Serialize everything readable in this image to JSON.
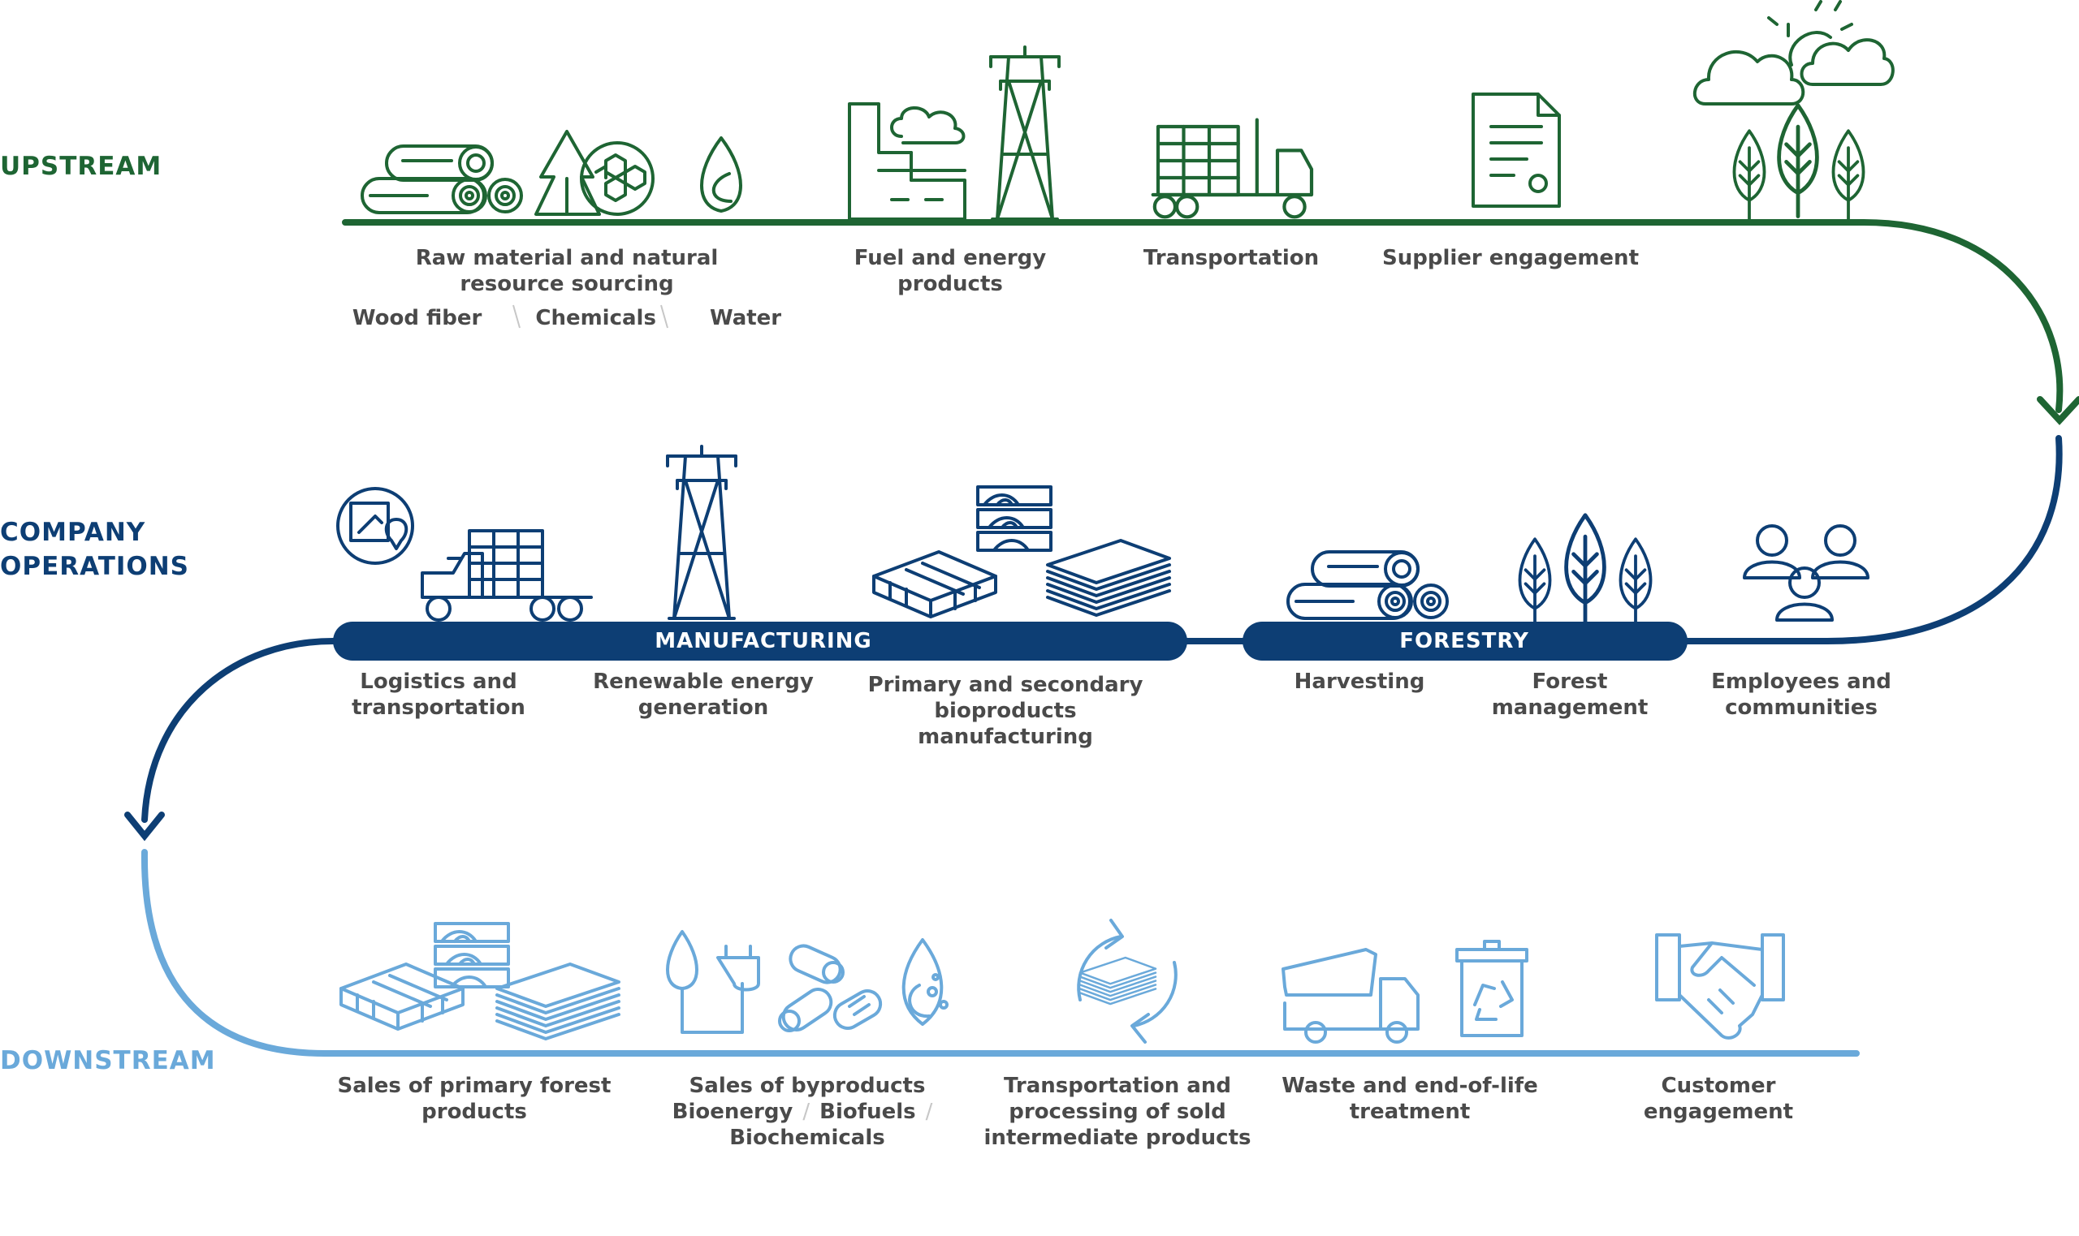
{
  "colors": {
    "upstream": "#1e6533",
    "operations": "#0d3e74",
    "downstream": "#6aa9da",
    "label": "#4a4a4a"
  },
  "sections": {
    "upstream": {
      "label": "UPSTREAM"
    },
    "operations": {
      "label_line1": "COMPANY",
      "label_line2": "OPERATIONS"
    },
    "downstream": {
      "label": "DOWNSTREAM"
    }
  },
  "upstream": {
    "raw_material": {
      "line1": "Raw material and natural",
      "line2": "resource sourcing",
      "sub": [
        "Wood fiber",
        "Chemicals",
        "Water"
      ]
    },
    "fuel": {
      "line1": "Fuel and energy",
      "line2": "products"
    },
    "transportation": {
      "line1": "Transportation"
    },
    "supplier": {
      "line1": "Supplier engagement"
    }
  },
  "operations": {
    "manufacturing_pill": "MANUFACTURING",
    "forestry_pill": "FORESTRY",
    "logistics": {
      "line1": "Logistics and",
      "line2": "transportation"
    },
    "renewable": {
      "line1": "Renewable energy",
      "line2": "generation"
    },
    "bioproducts": {
      "line1": "Primary and secondary",
      "line2": "bioproducts",
      "line3": "manufacturing"
    },
    "harvesting": {
      "line1": "Harvesting"
    },
    "forest_mgmt": {
      "line1": "Forest",
      "line2": "management"
    },
    "employees": {
      "line1": "Employees and",
      "line2": "communities"
    }
  },
  "downstream": {
    "primary_sales": {
      "line1": "Sales of primary forest",
      "line2": "products"
    },
    "byproducts": {
      "line1": "Sales of byproducts",
      "sub1": [
        "Bioenergy",
        "Biofuels"
      ],
      "sub2": "Biochemicals"
    },
    "intermediate": {
      "line1": "Transportation and",
      "line2": "processing of sold",
      "line3": "intermediate products"
    },
    "waste": {
      "line1": "Waste and end-of-life",
      "line2": "treatment"
    },
    "customer": {
      "line1": "Customer",
      "line2": "engagement"
    }
  },
  "icons": {
    "upstream": [
      "logs-icon",
      "tree-molecule-icon",
      "water-drop-icon",
      "factory-icon",
      "power-tower-icon",
      "logging-truck-icon",
      "document-icon",
      "sun-clouds-icon",
      "trees-icon"
    ],
    "operations": [
      "map-pin-icon",
      "logging-truck-icon",
      "power-tower-icon",
      "lumber-stack-icon",
      "pallet-icon",
      "paper-stack-icon",
      "logs-icon",
      "trees-icon",
      "people-icon"
    ],
    "downstream": [
      "pallet-icon",
      "lumber-stack-icon",
      "paper-stack-icon",
      "drop-plug-icon",
      "pellets-icon",
      "water-drop-icon",
      "recycle-arrows-icon",
      "dump-truck-icon",
      "recycle-bin-icon",
      "handshake-icon"
    ]
  }
}
